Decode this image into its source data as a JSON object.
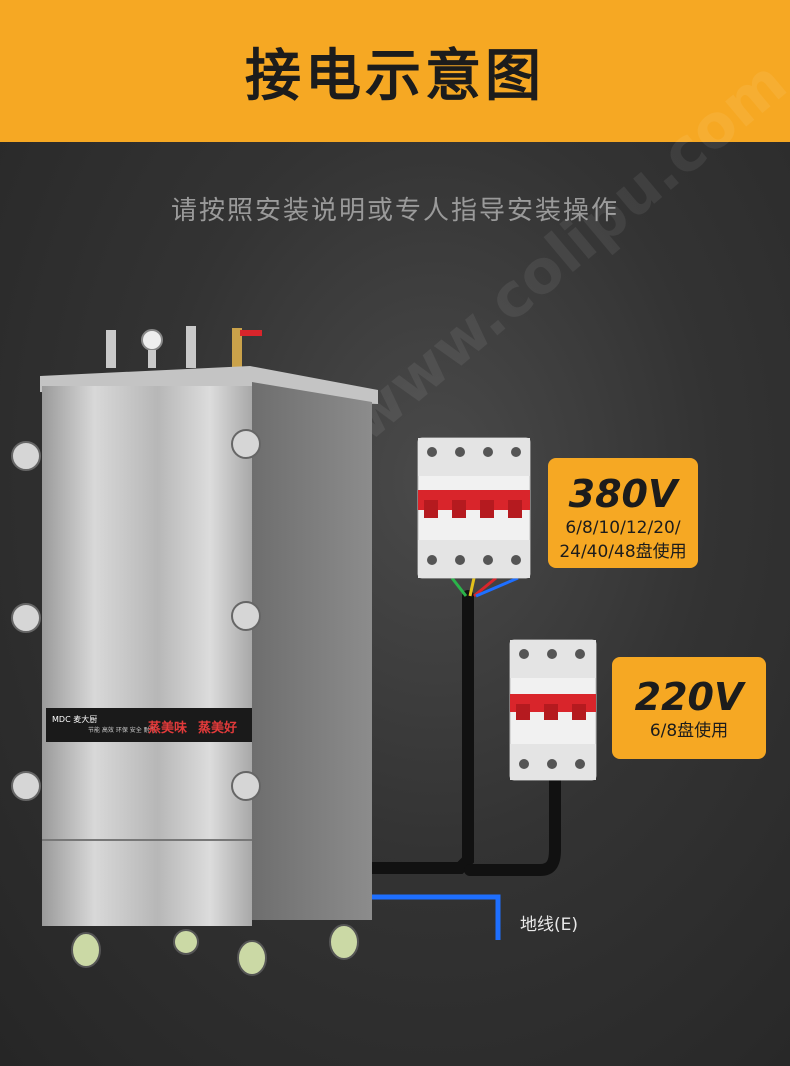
{
  "header": {
    "title": "接电示意图"
  },
  "subtitle": "请按照安装说明或专人指导安装操作",
  "watermark": "科力普 www.colipu.com",
  "steamer": {
    "brand": "MDC 麦大厨",
    "brand_tagline": "节能 高效 环保 安全 耐用",
    "slogan_1": "蒸美味",
    "slogan_2": "蒸美好"
  },
  "breaker_380": {
    "voltage": "380V",
    "note_line1": "6/8/10/12/20/",
    "note_line2": "24/40/48盘使用"
  },
  "breaker_220": {
    "voltage": "220V",
    "note": "6/8盘使用"
  },
  "earth_wire": {
    "label": "地线(E)"
  },
  "colors": {
    "accent": "#f6a823",
    "background": "#333333",
    "breaker_red": "#d9252b",
    "earth_blue": "#1e6fff"
  }
}
